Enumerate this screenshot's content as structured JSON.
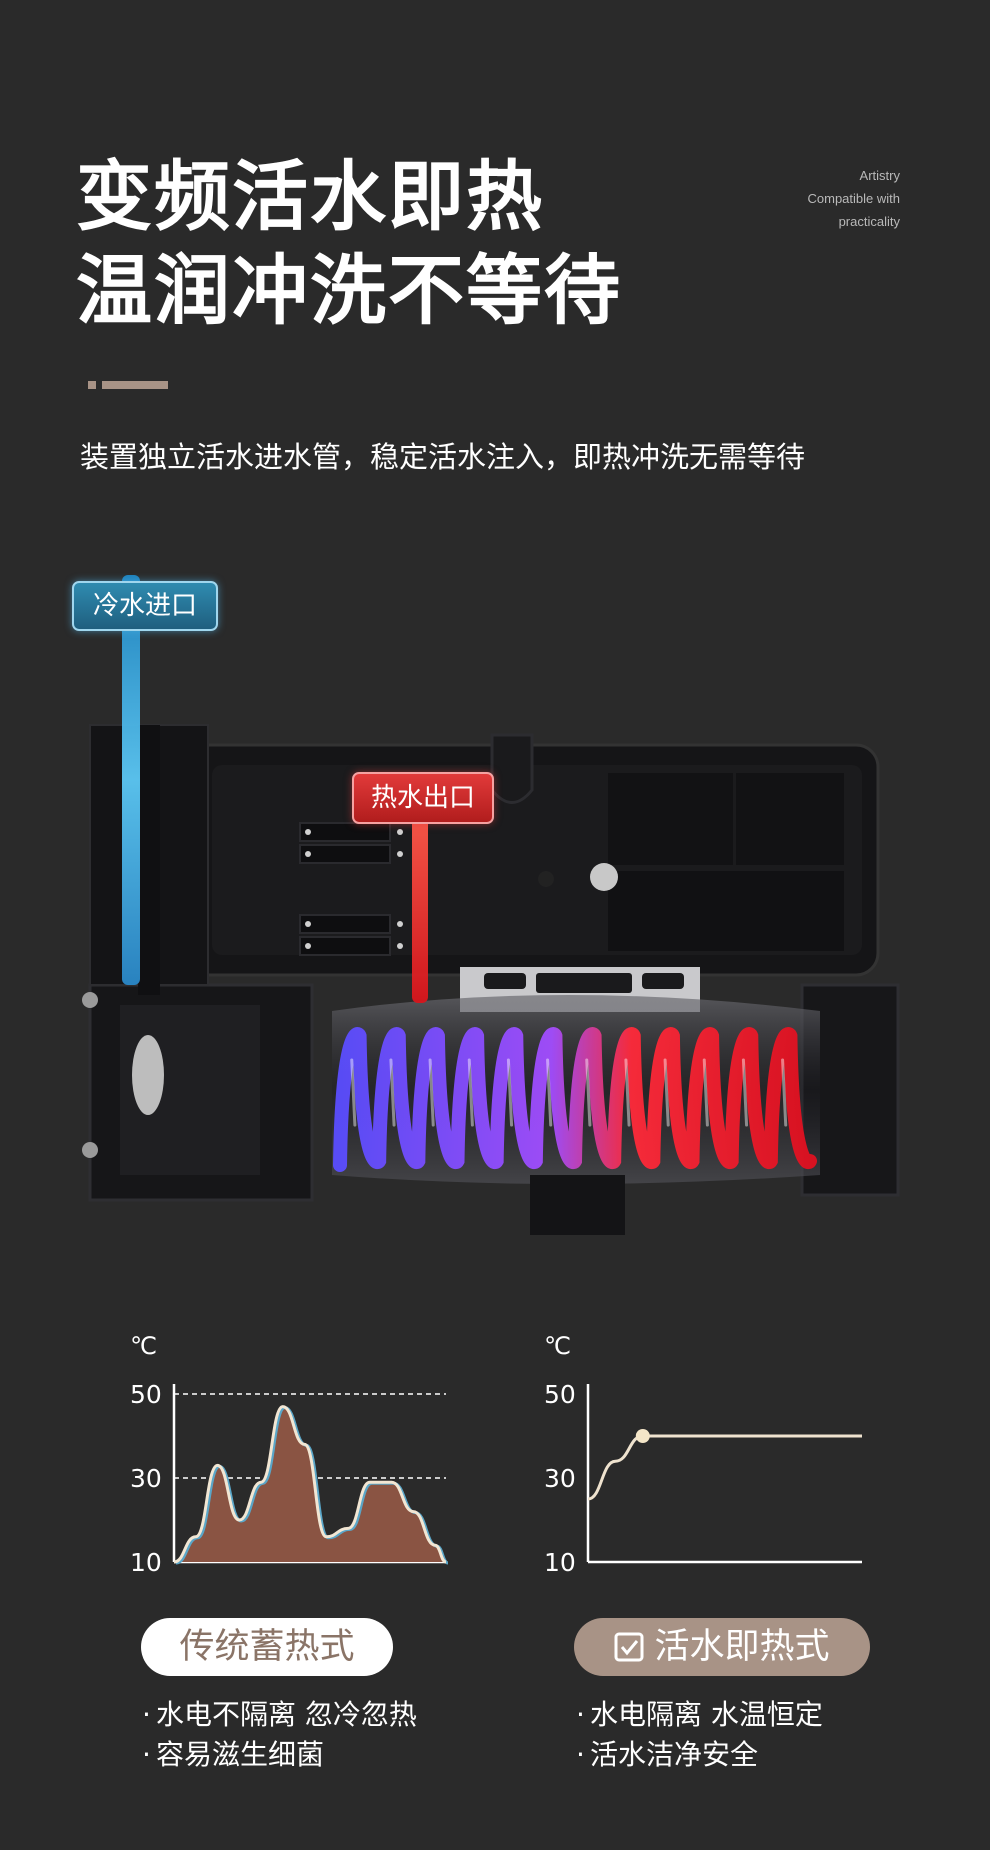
{
  "headline": {
    "line1": "变频活水即热",
    "line2": "温润冲洗不等待"
  },
  "tagline": {
    "line1": "Artistry",
    "line2": "Compatible with",
    "line3": "practicality"
  },
  "subheading": "装置独立活水进水管，稳定活水注入，即热冲洗无需等待",
  "callouts": {
    "cold_inlet": "冷水进口",
    "hot_outlet": "热水出口"
  },
  "colors": {
    "background": "#2a2a2a",
    "accent": "#a89386",
    "cold": "#3fb0e6",
    "hot": "#e0262a",
    "chart_fill": "#8a5443"
  },
  "chart_data": [
    {
      "type": "area",
      "unit": "℃",
      "y_ticks": [
        "50",
        "30",
        "10"
      ],
      "ylim": [
        10,
        50
      ],
      "gridlines": [
        50,
        30
      ],
      "x": [
        0,
        0.08,
        0.16,
        0.24,
        0.32,
        0.4,
        0.48,
        0.56,
        0.64,
        0.72,
        0.8,
        0.88,
        0.96,
        1.0
      ],
      "values": [
        10,
        16,
        33,
        20,
        29,
        47,
        38,
        16,
        18,
        29,
        29,
        22,
        14,
        10
      ]
    },
    {
      "type": "line",
      "unit": "℃",
      "y_ticks": [
        "50",
        "30",
        "10"
      ],
      "ylim": [
        10,
        50
      ],
      "x": [
        0,
        0.1,
        0.2,
        0.4,
        0.6,
        0.8,
        1.0
      ],
      "values": [
        25,
        34,
        40,
        40,
        40,
        40,
        40
      ],
      "marker_index": 2
    }
  ],
  "comparison": {
    "traditional": {
      "label": "传统蓄热式",
      "points": [
        "水电不隔离  忽冷忽热",
        "容易滋生细菌"
      ]
    },
    "instant": {
      "label": "活水即热式",
      "icon": "checkbox-icon",
      "points": [
        "水电隔离  水温恒定",
        "活水洁净安全"
      ]
    }
  }
}
